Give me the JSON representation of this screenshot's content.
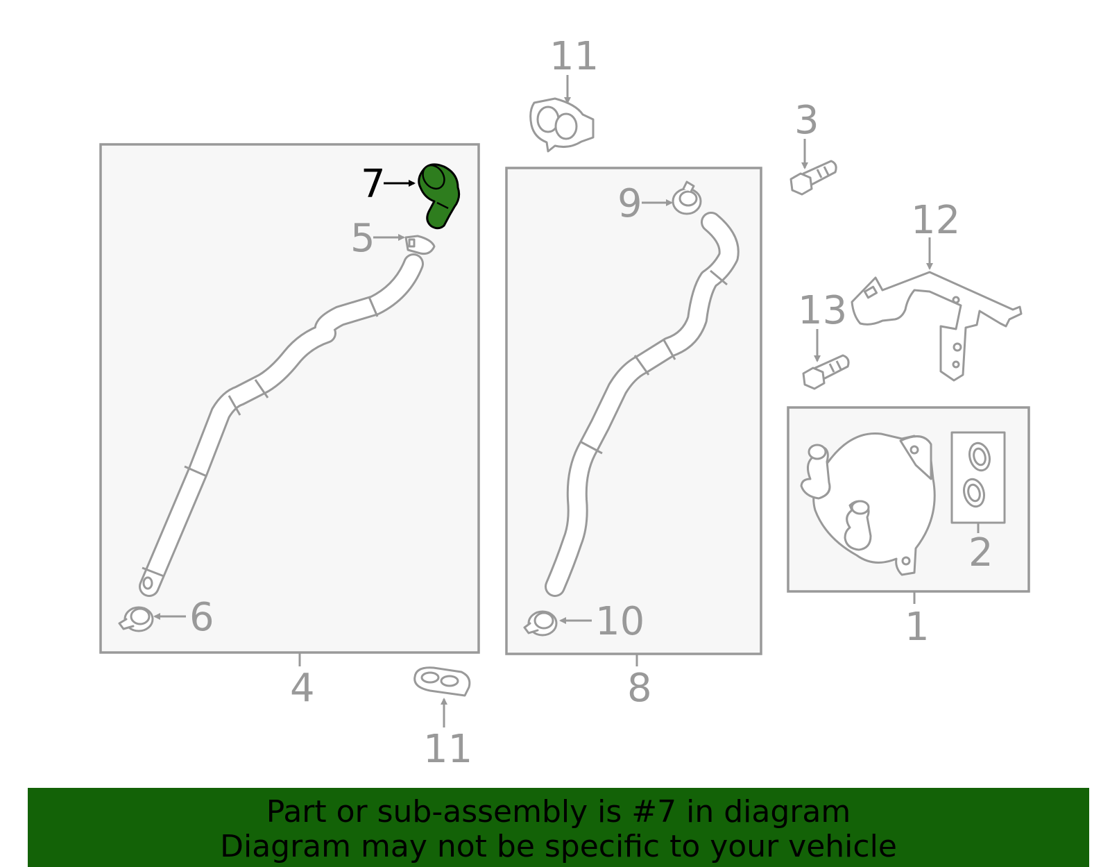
{
  "colors": {
    "highlight": "#2e7d1e",
    "banner_background": "#136207",
    "line_gray": "#999999",
    "panel_fill": "#f7f7f7"
  },
  "callouts": {
    "c1": "1",
    "c2": "2",
    "c3": "3",
    "c4": "4",
    "c5": "5",
    "c6": "6",
    "c7": "7",
    "c8": "8",
    "c9": "9",
    "c10": "10",
    "c11_top": "11",
    "c11_bottom": "11",
    "c12": "12",
    "c13": "13"
  },
  "highlighted_part": "7",
  "banner": {
    "line1": "Part or sub-assembly is #7 in diagram",
    "line2": "Diagram may not be specific to your vehicle"
  }
}
